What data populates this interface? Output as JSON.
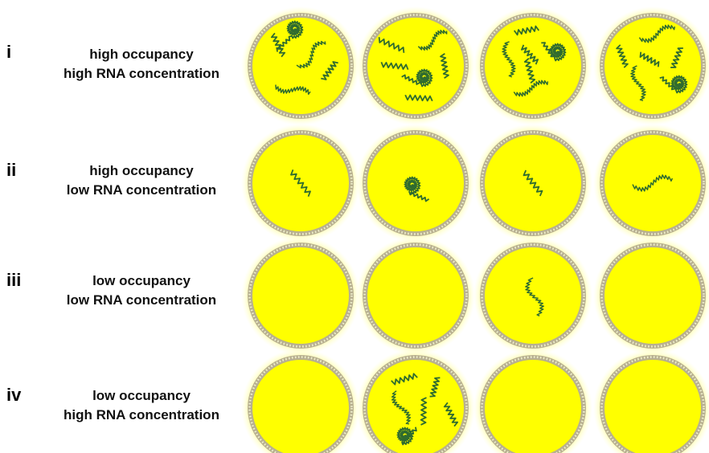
{
  "rows": [
    {
      "numeral": "i",
      "line1": "high occupancy",
      "line2": "high RNA concentration",
      "vesicles": [
        5,
        6,
        6,
        6
      ]
    },
    {
      "numeral": "ii",
      "line1": "high occupancy",
      "line2": "low RNA concentration",
      "vesicles": [
        1,
        1,
        1,
        1
      ]
    },
    {
      "numeral": "iii",
      "line1": "low occupancy",
      "line2": "low RNA concentration",
      "vesicles": [
        0,
        0,
        1,
        0
      ]
    },
    {
      "numeral": "iv",
      "line1": "low occupancy",
      "line2": "high RNA concentration",
      "vesicles": [
        0,
        6,
        0,
        0
      ]
    }
  ],
  "colors": {
    "vesicle_fill": "#ffff00",
    "membrane": "#b8b090",
    "membrane_dots": "#eeeecc",
    "glow": "#ffffa0",
    "rna": "#2f6b2f"
  }
}
